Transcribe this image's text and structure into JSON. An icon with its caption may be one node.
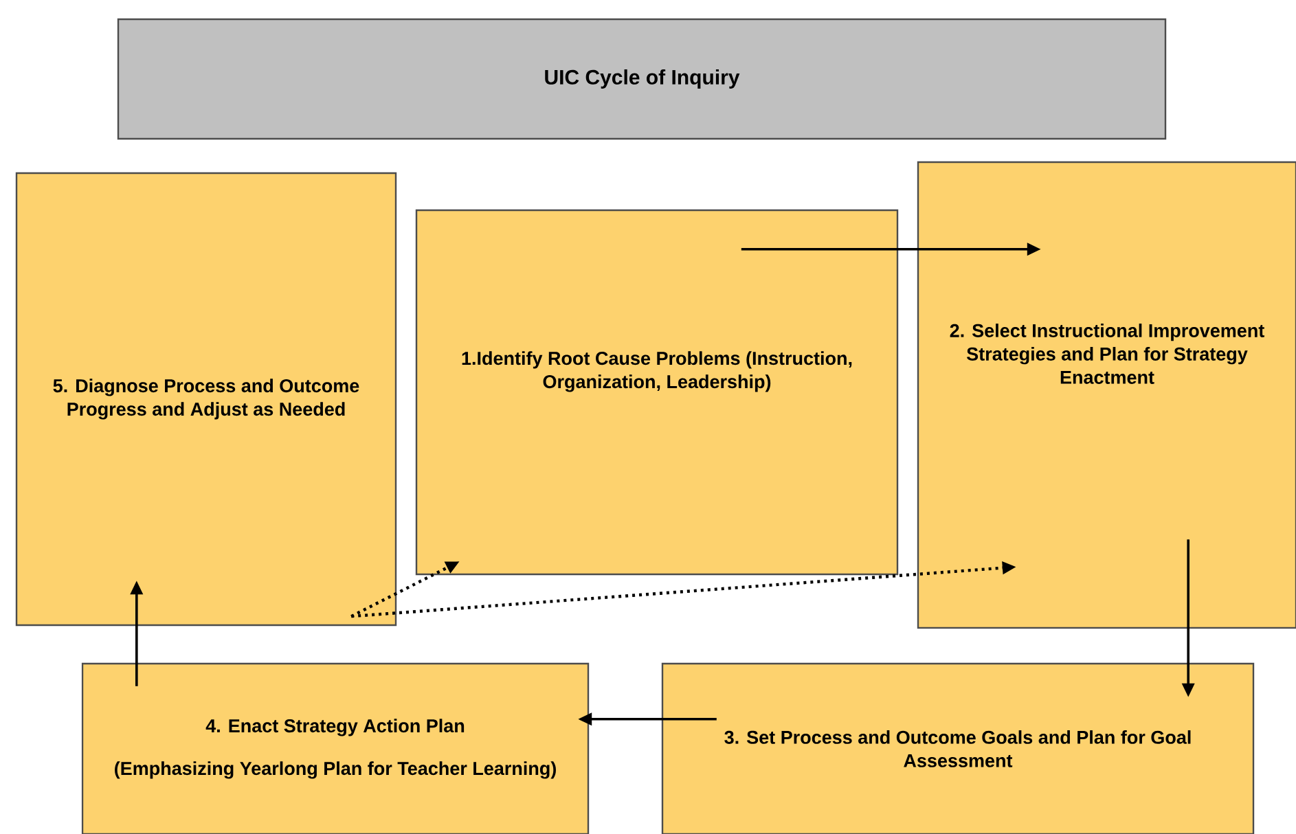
{
  "diagram": {
    "nodes": [
      {
        "text": [
          "UIC Cycle of Inquiry"
        ]
      },
      {
        "text": [
          "5. Diagnose Process and Outcome Progress and Adjust as Needed"
        ]
      },
      {
        "text": [
          "1.Identify Root Cause Problems (Instruction, Organization, Leadership)"
        ]
      },
      {
        "text": [
          "2. Select Instructional Improvement Strategies and Plan for Strategy Enactment"
        ]
      },
      {
        "text": [
          "4. Enact Strategy Action Plan",
          "(Emphasizing Yearlong Plan for Teacher Learning)"
        ]
      },
      {
        "text": [
          "3. Set Process and Outcome Goals and Plan for Goal Assessment"
        ]
      }
    ],
    "edges": [
      {
        "from": 2,
        "to": 3,
        "arrow": "to"
      },
      {
        "from": 3,
        "to": 5,
        "arrow": "to"
      },
      {
        "from": 5,
        "to": 4,
        "arrow": "to"
      },
      {
        "from": 4,
        "to": 1,
        "arrow": "to"
      },
      {
        "from": 1,
        "to": 2,
        "arrow": "to",
        "style": "dashed"
      },
      {
        "from": 1,
        "to": 3,
        "arrow": "to",
        "style": "dashed"
      }
    ]
  }
}
